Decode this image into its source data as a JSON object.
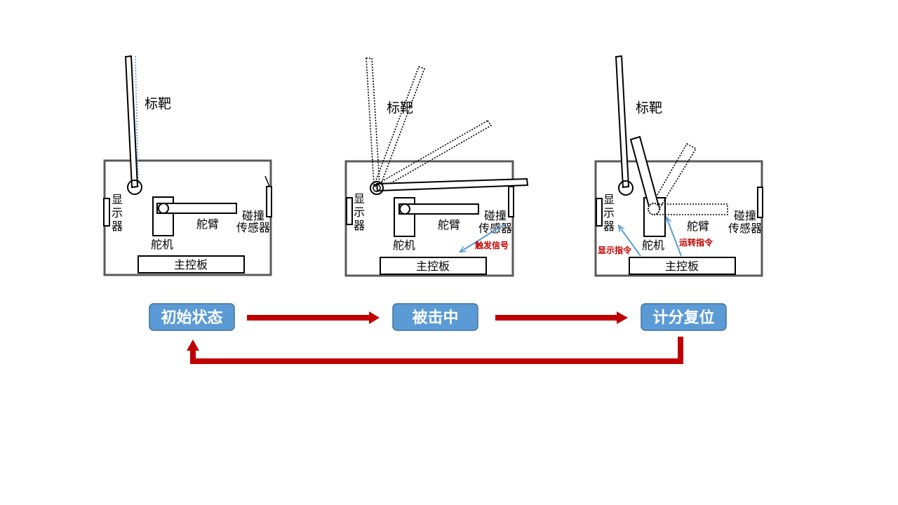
{
  "colors": {
    "frame": "#595959",
    "stage_fill": "#5b9bd5",
    "stage_border": "#41719c",
    "flow_arrow": "#c00000",
    "signal_arrow": "#5b9bd5",
    "guide_line": "#5b9bd5"
  },
  "panels": [
    {
      "target_label": "标靶",
      "display_label": [
        "显",
        "示",
        "器"
      ],
      "servo_label": "舵机",
      "arm_label": "舵臂",
      "sensor_label": [
        "碰撞",
        "传感器"
      ],
      "board_label": "主控板"
    },
    {
      "target_label": "标靶",
      "display_label": [
        "显",
        "示",
        "器"
      ],
      "servo_label": "舵机",
      "arm_label": "舵臂",
      "sensor_label": [
        "碰撞",
        "传感器"
      ],
      "board_label": "主控板",
      "signal_label": "触发信号"
    },
    {
      "target_label": "标靶",
      "display_label": [
        "显",
        "示",
        "器"
      ],
      "servo_label": "舵机",
      "arm_label": "舵臂",
      "sensor_label": [
        "碰撞",
        "传感器"
      ],
      "board_label": "主控板",
      "display_cmd_label": "显示指令",
      "run_cmd_label": "运转指令"
    }
  ],
  "stages": [
    {
      "label": "初始状态"
    },
    {
      "label": "被击中"
    },
    {
      "label": "计分复位"
    }
  ]
}
